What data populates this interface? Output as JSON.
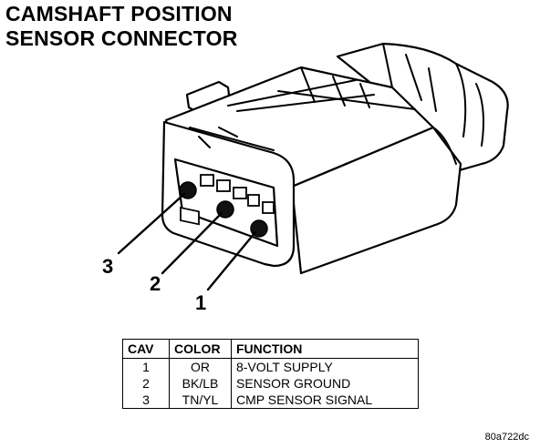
{
  "title": {
    "line1": "CAMSHAFT POSITION",
    "line2": "SENSOR CONNECTOR"
  },
  "callouts": [
    "3",
    "2",
    "1"
  ],
  "table": {
    "headers": [
      "CAV",
      "COLOR",
      "FUNCTION"
    ],
    "rows": [
      {
        "cav": "1",
        "color": "OR",
        "function": "8-VOLT SUPPLY"
      },
      {
        "cav": "2",
        "color": "BK/LB",
        "function": "SENSOR GROUND"
      },
      {
        "cav": "3",
        "color": "TN/YL",
        "function": "CMP SENSOR SIGNAL"
      }
    ]
  },
  "reference_code": "80a722dc"
}
